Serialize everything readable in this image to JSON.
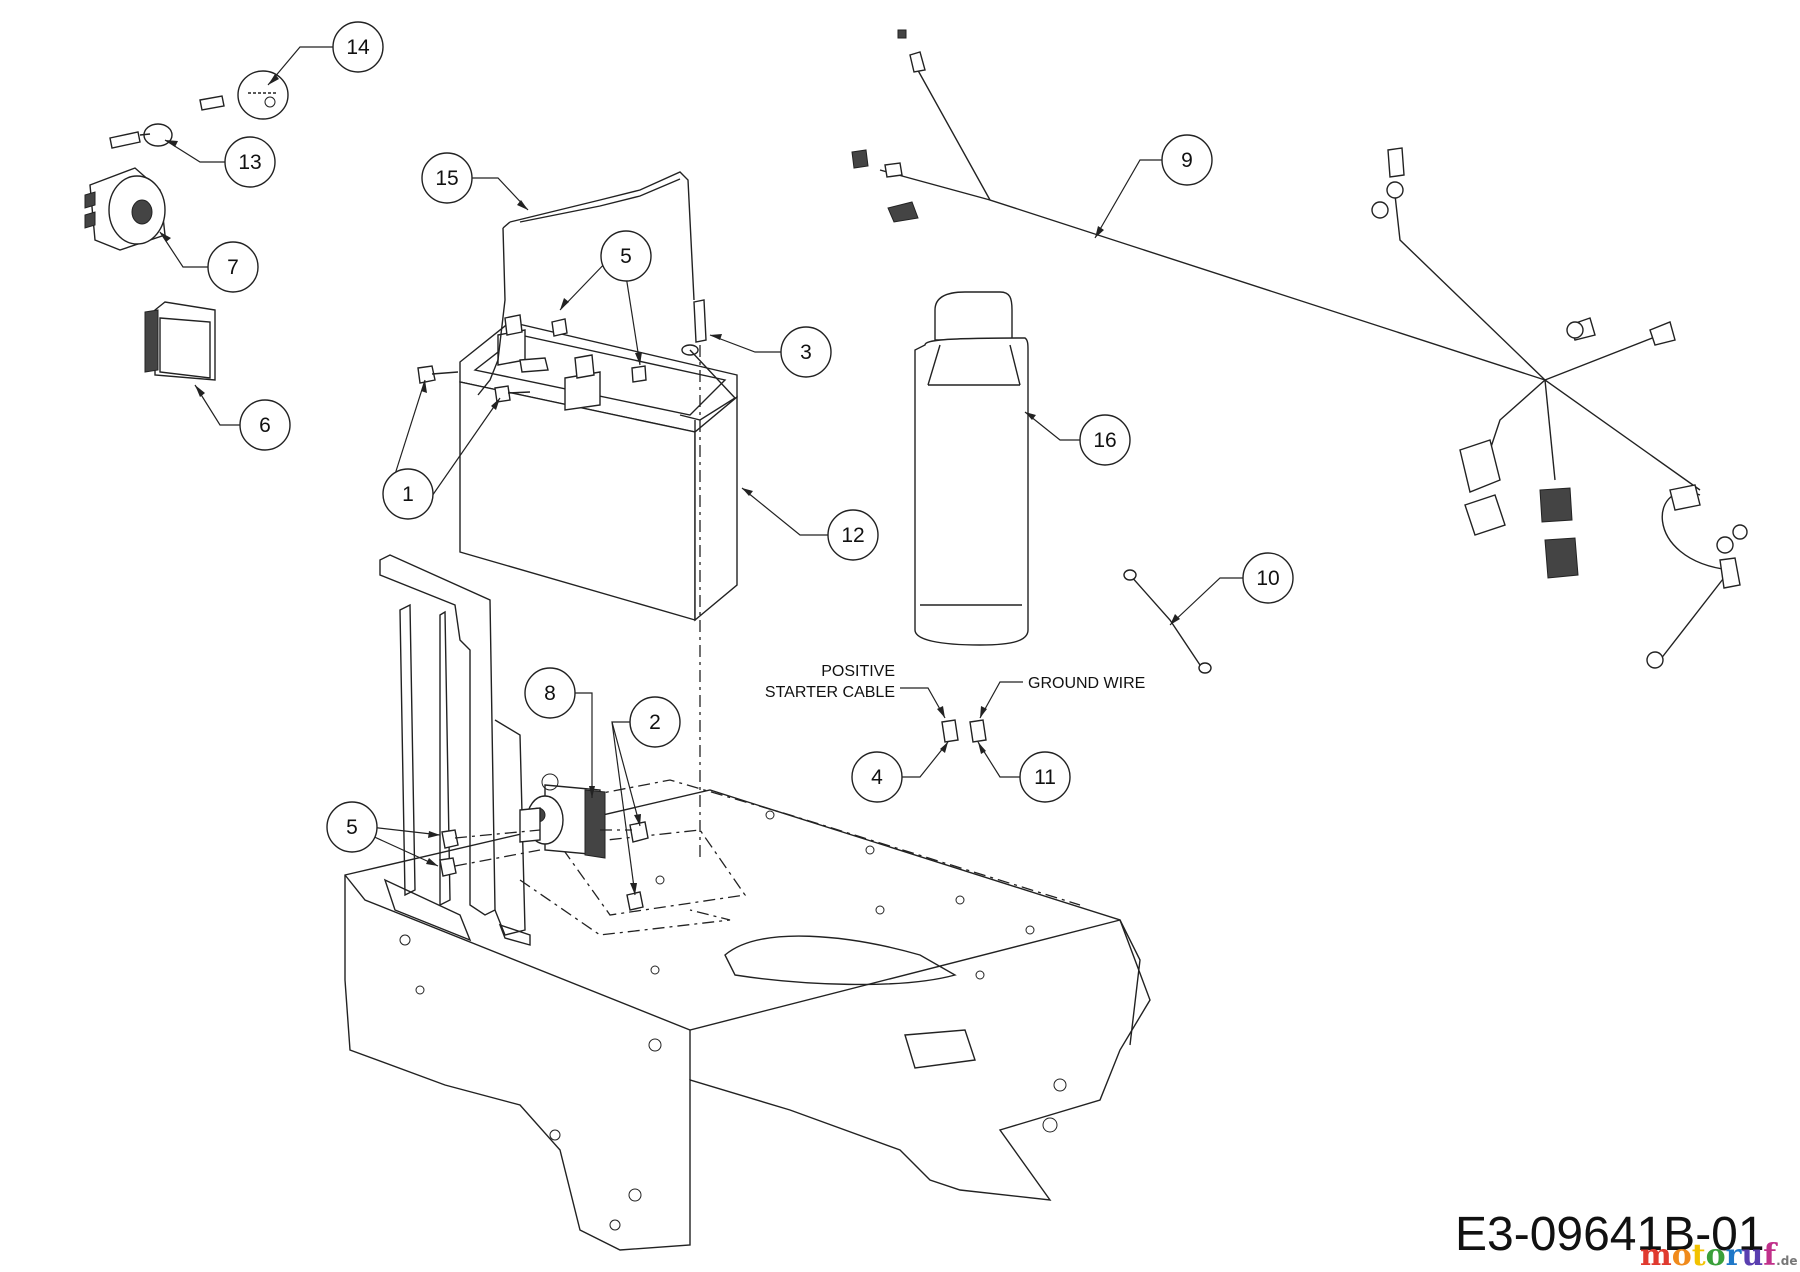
{
  "callouts": [
    {
      "id": "c1",
      "label": "1"
    },
    {
      "id": "c2",
      "label": "2"
    },
    {
      "id": "c3",
      "label": "3"
    },
    {
      "id": "c4",
      "label": "4"
    },
    {
      "id": "c5a",
      "label": "5"
    },
    {
      "id": "c5b",
      "label": "5"
    },
    {
      "id": "c6",
      "label": "6"
    },
    {
      "id": "c7",
      "label": "7"
    },
    {
      "id": "c8",
      "label": "8"
    },
    {
      "id": "c9",
      "label": "9"
    },
    {
      "id": "c10",
      "label": "10"
    },
    {
      "id": "c11",
      "label": "11"
    },
    {
      "id": "c12",
      "label": "12"
    },
    {
      "id": "c13",
      "label": "13"
    },
    {
      "id": "c14",
      "label": "14"
    },
    {
      "id": "c15",
      "label": "15"
    },
    {
      "id": "c16",
      "label": "16"
    }
  ],
  "notes": {
    "positive_line1": "POSITIVE",
    "positive_line2": "STARTER CABLE",
    "ground_wire": "GROUND WIRE"
  },
  "drawing_code": "E3-09641B-01",
  "watermark": {
    "letters": [
      "m",
      "o",
      "t",
      "o",
      "r",
      "u",
      "f"
    ],
    "colors": [
      "#e03a2f",
      "#f08a1c",
      "#f2c200",
      "#3aa03a",
      "#1f78c8",
      "#5a3fb0",
      "#c0308a"
    ],
    "suffix": ".de"
  }
}
